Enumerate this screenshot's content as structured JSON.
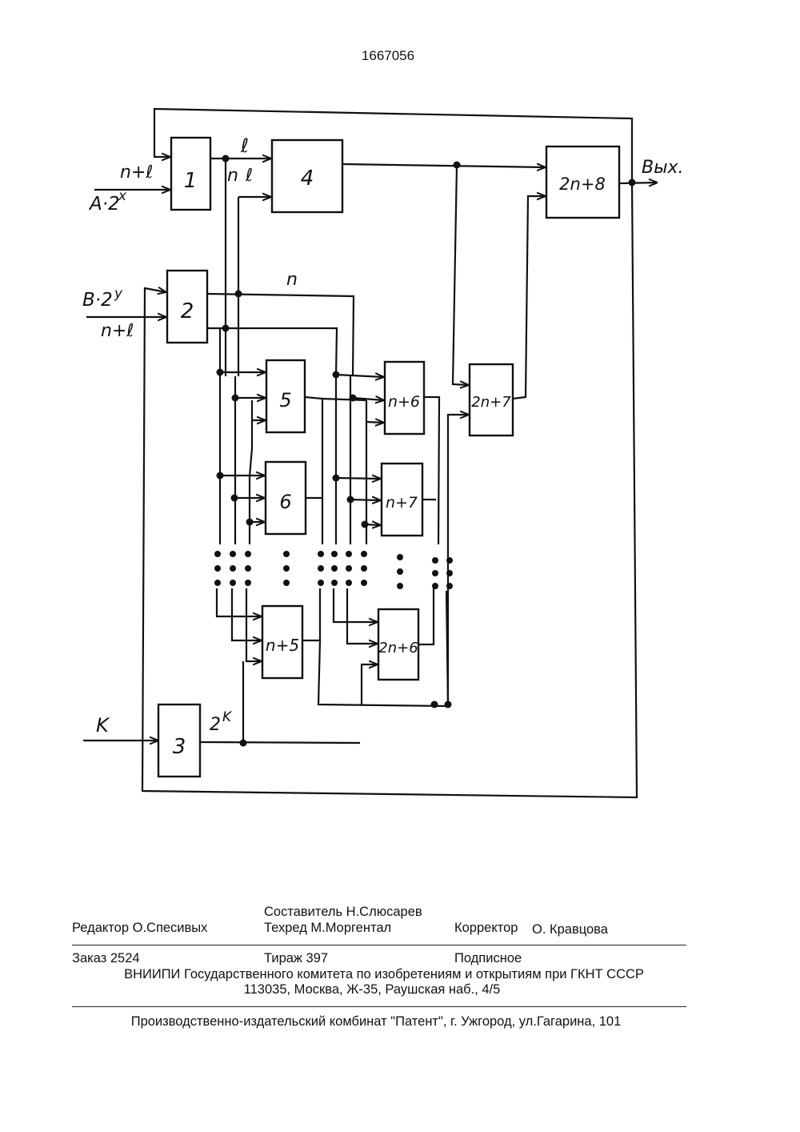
{
  "header": {
    "patent_number": "1667056"
  },
  "diagram": {
    "blocks": [
      {
        "id": "b1",
        "label": "1"
      },
      {
        "id": "b2",
        "label": "2"
      },
      {
        "id": "b3",
        "label": "3"
      },
      {
        "id": "b4",
        "label": "4"
      },
      {
        "id": "b5",
        "label": "5"
      },
      {
        "id": "b6",
        "label": "6"
      },
      {
        "id": "bn5",
        "label": "n+5"
      },
      {
        "id": "bn6",
        "label": "n+6"
      },
      {
        "id": "bn7",
        "label": "n+7"
      },
      {
        "id": "b2n6",
        "label": "2n+6"
      },
      {
        "id": "b2n7",
        "label": "2n+7"
      },
      {
        "id": "b2n8",
        "label": "2n+8"
      }
    ],
    "signals": {
      "input_a": "A·2",
      "input_a_exp": "x",
      "input_b": "B·2",
      "input_b_exp": "y",
      "input_k": "K",
      "width_a": "n+ℓ",
      "width_b": "n+ℓ",
      "bus_l": "ℓ",
      "bus_n": "n",
      "bus_l2": "ℓ",
      "bus_n2": "n",
      "pow_base": "2",
      "pow_exp": "K",
      "output": "Вых."
    }
  },
  "footer": {
    "compiler": "Составитель Н.Слюсарев",
    "editor": "Редактор О.Спесивых",
    "techred": "Техред М.Моргентал",
    "corrector": "Корректор",
    "corrector_name": "О. Кравцова",
    "order": "Заказ 2524",
    "circulation": "Тираж 397",
    "subscription": "Подписное",
    "institute": "ВНИИПИ Государственного комитета по изобретениям и открытиям при ГКНТ СССР",
    "address": "113035, Москва, Ж-35, Раушская наб., 4/5",
    "publisher": "Производственно-издательский комбинат \"Патент\", г. Ужгород, ул.Гагарина, 101"
  }
}
